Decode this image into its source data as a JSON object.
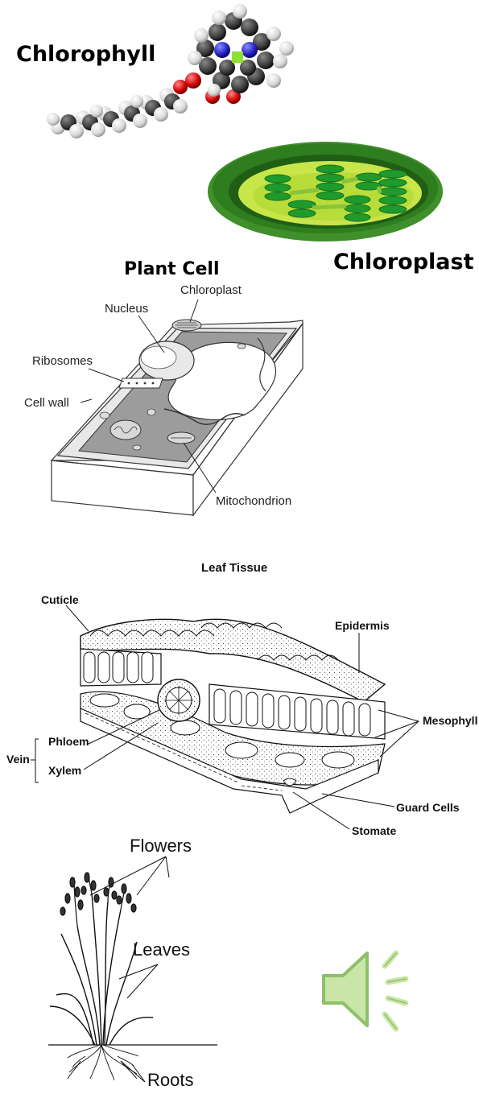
{
  "chlorophyll": {
    "title": "Chlorophyll"
  },
  "chloroplast": {
    "title": "Chloroplast"
  },
  "plant_cell": {
    "title": "Plant Cell",
    "labels": {
      "chloroplast": "Chloroplast",
      "nucleus": "Nucleus",
      "ribosomes": "Ribosomes",
      "cell_wall": "Cell wall",
      "mitochondrion": "Mitochondrion"
    }
  },
  "leaf_tissue": {
    "title": "Leaf Tissue",
    "labels": {
      "cuticle": "Cuticle",
      "epidermis": "Epidermis",
      "mesophyll": "Mesophyll",
      "vein": "Vein",
      "phloem": "Phloem",
      "xylem": "Xylem",
      "guard_cells": "Guard Cells",
      "stomate": "Stomate"
    }
  },
  "plant": {
    "labels": {
      "flowers": "Flowers",
      "leaves": "Leaves",
      "roots": "Roots"
    }
  },
  "colors": {
    "chloroplast_outer": "#2e7d1e",
    "chloroplast_inner": "#c8e64a",
    "thylakoid": "#1f9a2c",
    "speaker_fill": "#c9e6a8",
    "speaker_stroke": "#8fbf6a"
  },
  "icons": {
    "audio": "speaker-icon"
  }
}
